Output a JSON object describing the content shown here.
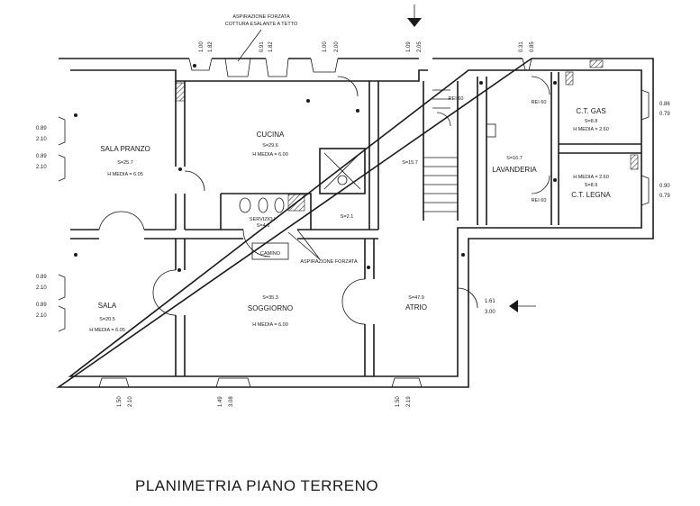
{
  "title": "PLANIMETRIA PIANO TERRENO",
  "top_notes": {
    "aspiration_line1": "ASPIRAZIONE FORZATA",
    "aspiration_line2": "COTTURA ESALANTE A TETTO",
    "aspiration_bottom": "ASPIRAZIONE FORZATA"
  },
  "rooms": {
    "sala_pranzo": {
      "name": "SALA PRANZO",
      "area": "S=25.7",
      "height": "H MEDIA = 6.05"
    },
    "cucina": {
      "name": "CUCINA",
      "area": "S=29.6",
      "height": "H MEDIA = 6.00"
    },
    "stair_area": {
      "area": "S=15.7"
    },
    "lavanderia": {
      "name": "LAVANDERIA",
      "area": "S=16.7"
    },
    "ct_gas": {
      "name": "C.T. GAS",
      "area": "S=8.8",
      "height": "H MEDIA = 2.60"
    },
    "ct_legna": {
      "name": "C.T. LEGNA",
      "area": "S=8.9",
      "height": "H MEDIA = 2.60"
    },
    "servizio": {
      "name": "SERVIZIO I.",
      "area": "S=4.6"
    },
    "corridor": {
      "area": "S=2.1"
    },
    "camino": {
      "name": "CAMINO"
    },
    "sala": {
      "name": "SALA",
      "area": "S=20.5",
      "height": "H MEDIA = 6.05"
    },
    "soggiorno": {
      "name": "SOGGIORNO",
      "area": "S=35.3",
      "height": "H MEDIA = 6.00"
    },
    "atrio": {
      "name": "ATRIO",
      "area": "S=47.9"
    }
  },
  "rei": {
    "a": "REI 60",
    "b": "REI 60",
    "c": "REI 60"
  },
  "dims": {
    "top1a": "1.00",
    "top1b": "1.82",
    "top2a": "0.91",
    "top2b": "1.82",
    "top3a": "1.00",
    "top3b": "2.00",
    "top4a": "1.09",
    "top4b": "2.05",
    "top5a": "0.31",
    "top5b": "0.85",
    "left1a": "0.89",
    "left1b": "2.10",
    "left2a": "0.89",
    "left2b": "2.10",
    "left3a": "0.89",
    "left3b": "2.10",
    "left4a": "0.89",
    "left4b": "2.10",
    "right1a": "0.86",
    "right1b": "0.79",
    "right2a": "0.90",
    "right2b": "0.79",
    "right3a": "1.61",
    "right3b": "3.00",
    "bot1a": "1.50",
    "bot1b": "2.10",
    "bot2a": "1.49",
    "bot2b": "3.08",
    "bot3a": "1.50",
    "bot3b": "2.19"
  }
}
